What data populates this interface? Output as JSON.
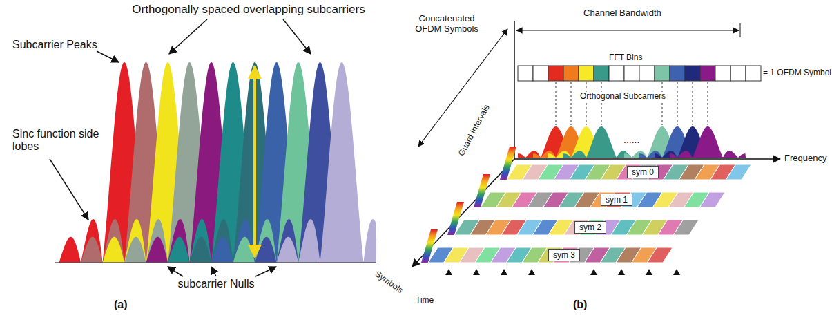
{
  "diagram": {
    "nodes": [
      {
        "text": [
          "sym 0"
        ]
      },
      {
        "text": [
          "sym 1"
        ]
      },
      {
        "text": [
          "sym 2"
        ]
      },
      {
        "text": [
          "sym 3"
        ]
      }
    ],
    "labels": [
      "Orthogonally spaced overlapping subcarriers",
      "Subcarrier Peaks",
      "Sinc function side lobes",
      "subcarrier Nulls",
      "(a)",
      "Channel Bandwidth",
      "FFT Bins",
      "= 1 OFDM Symbol",
      "Concatenated OFDM Symbols",
      "Orthogonal Subcarriers",
      "......",
      "Guard Intervals",
      "Frequency",
      "Symbols",
      "Time",
      "(b)"
    ]
  }
}
